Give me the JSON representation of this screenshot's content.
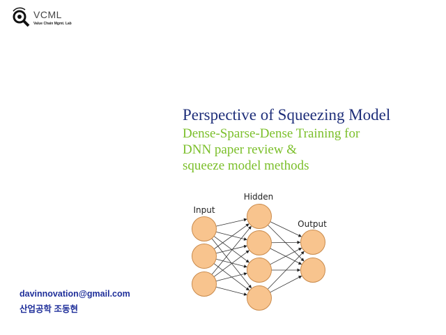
{
  "logo": {
    "name": "VCML",
    "subtitle": "Value Chain Mgmt. Lab"
  },
  "title": "Perspective of Squeezing Model",
  "subtitle_lines": [
    "Dense-Sparse-Dense Training for",
    "DNN paper review &",
    "squeeze model methods"
  ],
  "contact": {
    "email": "davinnovation@gmail.com",
    "author": "산업공학 조동현"
  },
  "diagram": {
    "labels": {
      "input": "Input",
      "hidden": "Hidden",
      "output": "Output"
    },
    "layers": [
      3,
      4,
      2
    ],
    "node_color": "#f8c48e",
    "node_stroke": "#c98a4b"
  }
}
